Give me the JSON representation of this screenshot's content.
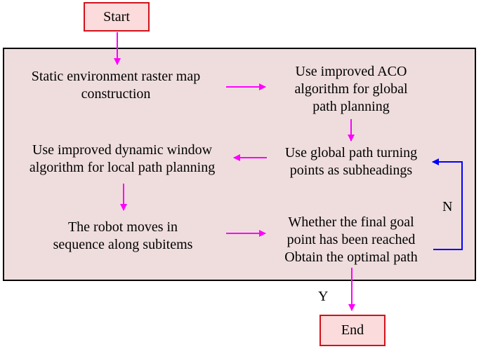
{
  "diagram": {
    "start": "Start",
    "end": "End",
    "nodes": [
      "Static environment raster map\nconstruction",
      "Use improved ACO\nalgorithm for global\npath planning",
      "Use global path turning\npoints as subheadings",
      "Use improved dynamic window\nalgorithm for local path planning",
      "The robot moves in\nsequence along subitems",
      "Whether the final goal\npoint has been reached\nObtain the optimal path"
    ],
    "labels": {
      "no": "N",
      "yes": "Y"
    },
    "colors": {
      "flow_arrow": "#ff00ff",
      "loop_arrow": "#0000ff",
      "terminal_border": "#d0121b",
      "terminal_fill": "#fbdbdb",
      "panel_fill": "#efdddd"
    }
  }
}
